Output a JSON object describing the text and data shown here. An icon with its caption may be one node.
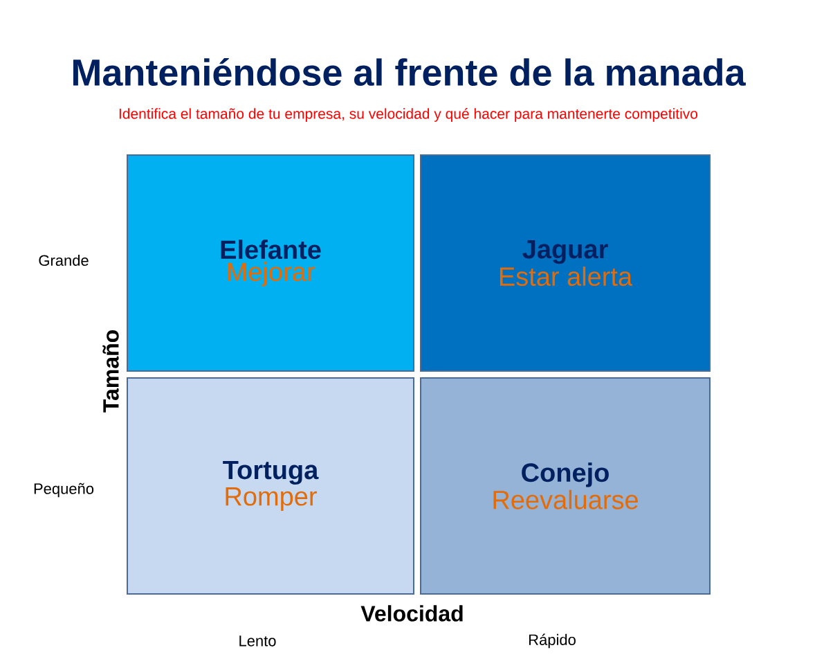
{
  "diagram": {
    "title": "Manteniéndose al frente de la manada",
    "nodes": [
      {
        "text": [
          "Elefante",
          "Mejorar"
        ]
      },
      {
        "text": [
          "Jaguar",
          "Estar alerta"
        ]
      },
      {
        "text": [
          "Tortuga",
          "Romper"
        ]
      },
      {
        "text": [
          "Conejo",
          "Reevaluarse"
        ]
      }
    ],
    "labels": [
      "Identifica el tamaño de tu empresa, su velocidad y qué hacer para mantenerte competitivo",
      "Grande",
      "Pequeño",
      "Tamaño",
      "Velocidad",
      "Lento",
      "Rápido"
    ]
  }
}
